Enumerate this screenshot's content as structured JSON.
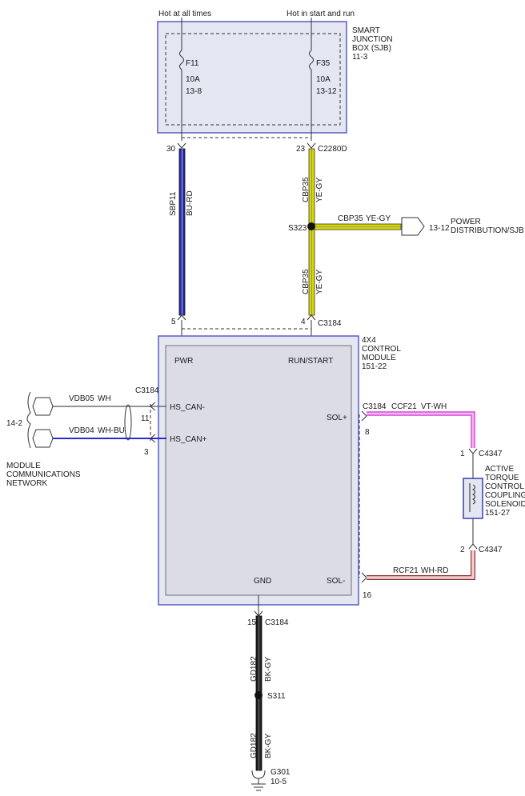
{
  "colors": {
    "bu_rd": "#2a2aa8",
    "ye_gy": "#d8d800",
    "vt_wh": "#e070e0",
    "wh_rd": "#d89a9a",
    "bk_gy": "#222222",
    "wh_bu": "#2a2ad0",
    "module_border": "#5a5fc0"
  },
  "sjb": {
    "label_lines": [
      "SMART",
      "JUNCTION",
      "BOX (SJB)",
      "11-3"
    ],
    "feed_left": "Hot at all times",
    "feed_right": "Hot in start and run",
    "fuse_left": [
      "F11",
      "10A",
      "13-8"
    ],
    "fuse_right": [
      "F35",
      "10A",
      "13-12"
    ]
  },
  "sjb_pins": {
    "left": "30",
    "right": "23",
    "connector": "C2280D"
  },
  "wire_sbp11": {
    "circuit": "SBP11",
    "color": "BU-RD"
  },
  "wire_cbp35_upper": {
    "circuit": "CBP35",
    "color": "YE-GY"
  },
  "wire_cbp35_lower": {
    "circuit": "CBP35",
    "color": "YE-GY"
  },
  "splice_s323": "S323",
  "branch_power": {
    "circuit": "CBP35",
    "color": "YE-GY",
    "ref": "13-12",
    "dest_lines": [
      "POWER",
      "DISTRIBUTION/SJB"
    ]
  },
  "module": {
    "label_lines": [
      "4X4",
      "CONTROL",
      "MODULE",
      "151-22"
    ],
    "pins_top": {
      "pwr_pin": "5",
      "run_pin": "4",
      "connector": "C3184"
    },
    "pwr": "PWR",
    "run_start": "RUN/START",
    "hs_can_minus": "HS_CAN-",
    "hs_can_plus": "HS_CAN+",
    "sol_plus": "SOL+",
    "sol_minus": "SOL-",
    "gnd": "GND"
  },
  "can": {
    "connector": "C3184",
    "pin_minus": "11",
    "pin_plus": "3",
    "wire_minus": {
      "circuit": "VDB05",
      "color": "WH"
    },
    "wire_plus": {
      "circuit": "VDB04",
      "color": "WH-BU"
    },
    "ref": "14-2",
    "network_lines": [
      "MODULE",
      "COMMUNICATIONS",
      "NETWORK"
    ]
  },
  "sol_plus_wire": {
    "connector": "C3184",
    "pin": "8",
    "circuit": "CCF21",
    "color": "VT-WH"
  },
  "sol_minus_wire": {
    "pin": "16",
    "circuit": "RCF21",
    "color": "WH-RD"
  },
  "solenoid": {
    "connector_top": "C4347",
    "pin_top": "1",
    "connector_bottom": "C4347",
    "pin_bottom": "2",
    "label_lines": [
      "ACTIVE",
      "TORQUE",
      "CONTROL",
      "COUPLING",
      "SOLENOID",
      "151-27"
    ]
  },
  "ground": {
    "pin": "15",
    "connector": "C3184",
    "wire_upper": {
      "circuit": "GD182",
      "color": "BK-GY"
    },
    "splice": "S311",
    "wire_lower": {
      "circuit": "GD182",
      "color": "BK-GY"
    },
    "ground_point": "G301",
    "ground_ref": "10-5"
  }
}
